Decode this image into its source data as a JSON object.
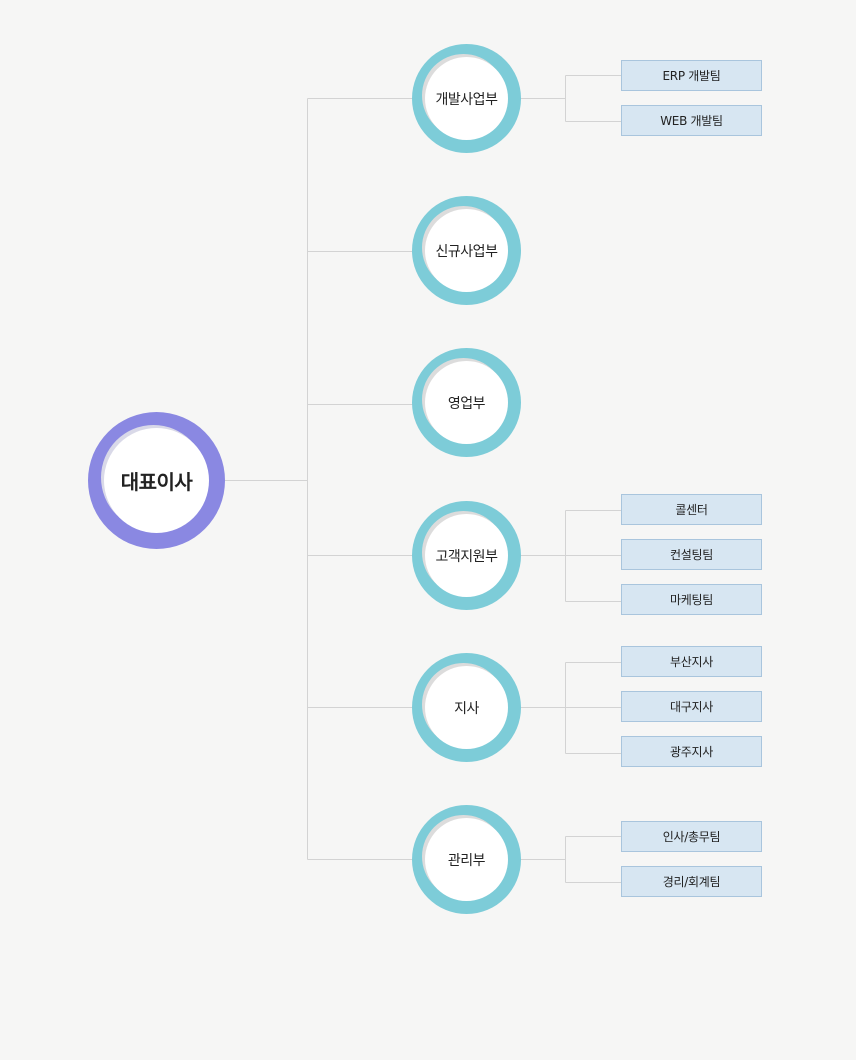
{
  "chart": {
    "ceo": "대표이사",
    "departments": [
      {
        "name": "개발사업부",
        "teams": [
          "ERP 개발팀",
          "WEB 개발팀"
        ]
      },
      {
        "name": "신규사업부",
        "teams": []
      },
      {
        "name": "영업부",
        "teams": []
      },
      {
        "name": "고객지원부",
        "teams": [
          "콜센터",
          "컨설팅팀",
          "마케팅팀"
        ]
      },
      {
        "name": "지사",
        "teams": [
          "부산지사",
          "대구지사",
          "광주지사"
        ]
      },
      {
        "name": "관리부",
        "teams": [
          "인사/총무팀",
          "경리/회계팀"
        ]
      }
    ]
  },
  "colors": {
    "background": "#f6f6f5",
    "ceo_ring": "#8a88e2",
    "dept_ring": "#7dccd8",
    "team_box": "#d7e6f2",
    "team_border": "#a9c5dd",
    "connector": "#d3d3d3"
  }
}
